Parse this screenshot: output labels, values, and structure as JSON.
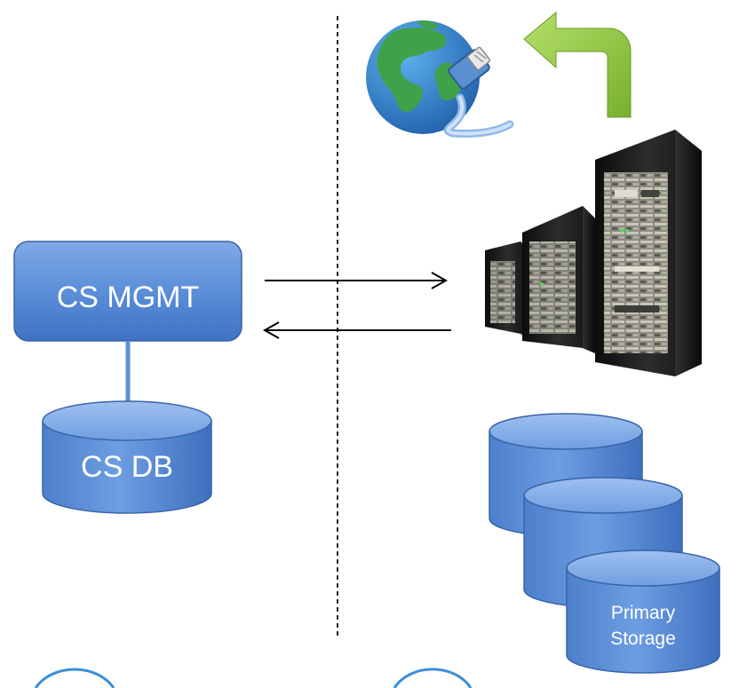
{
  "diagram": {
    "management_node": {
      "label": "CS MGMT",
      "fill": "#5b8fd8"
    },
    "database": {
      "label": "CS DB",
      "fill": "#5b8fd8"
    },
    "primary_storage": {
      "label_line1": "Primary",
      "label_line2": "Storage",
      "fill": "#5b8fd8"
    },
    "internet_icon": "globe-with-network-cable-icon",
    "return_arrow_icon": "curved-green-arrow-icon",
    "servers_icon": "server-racks-icon",
    "colors": {
      "arrow_green": "#8cc43c",
      "divider": "#222222",
      "connector": "#5b8fd8"
    }
  }
}
